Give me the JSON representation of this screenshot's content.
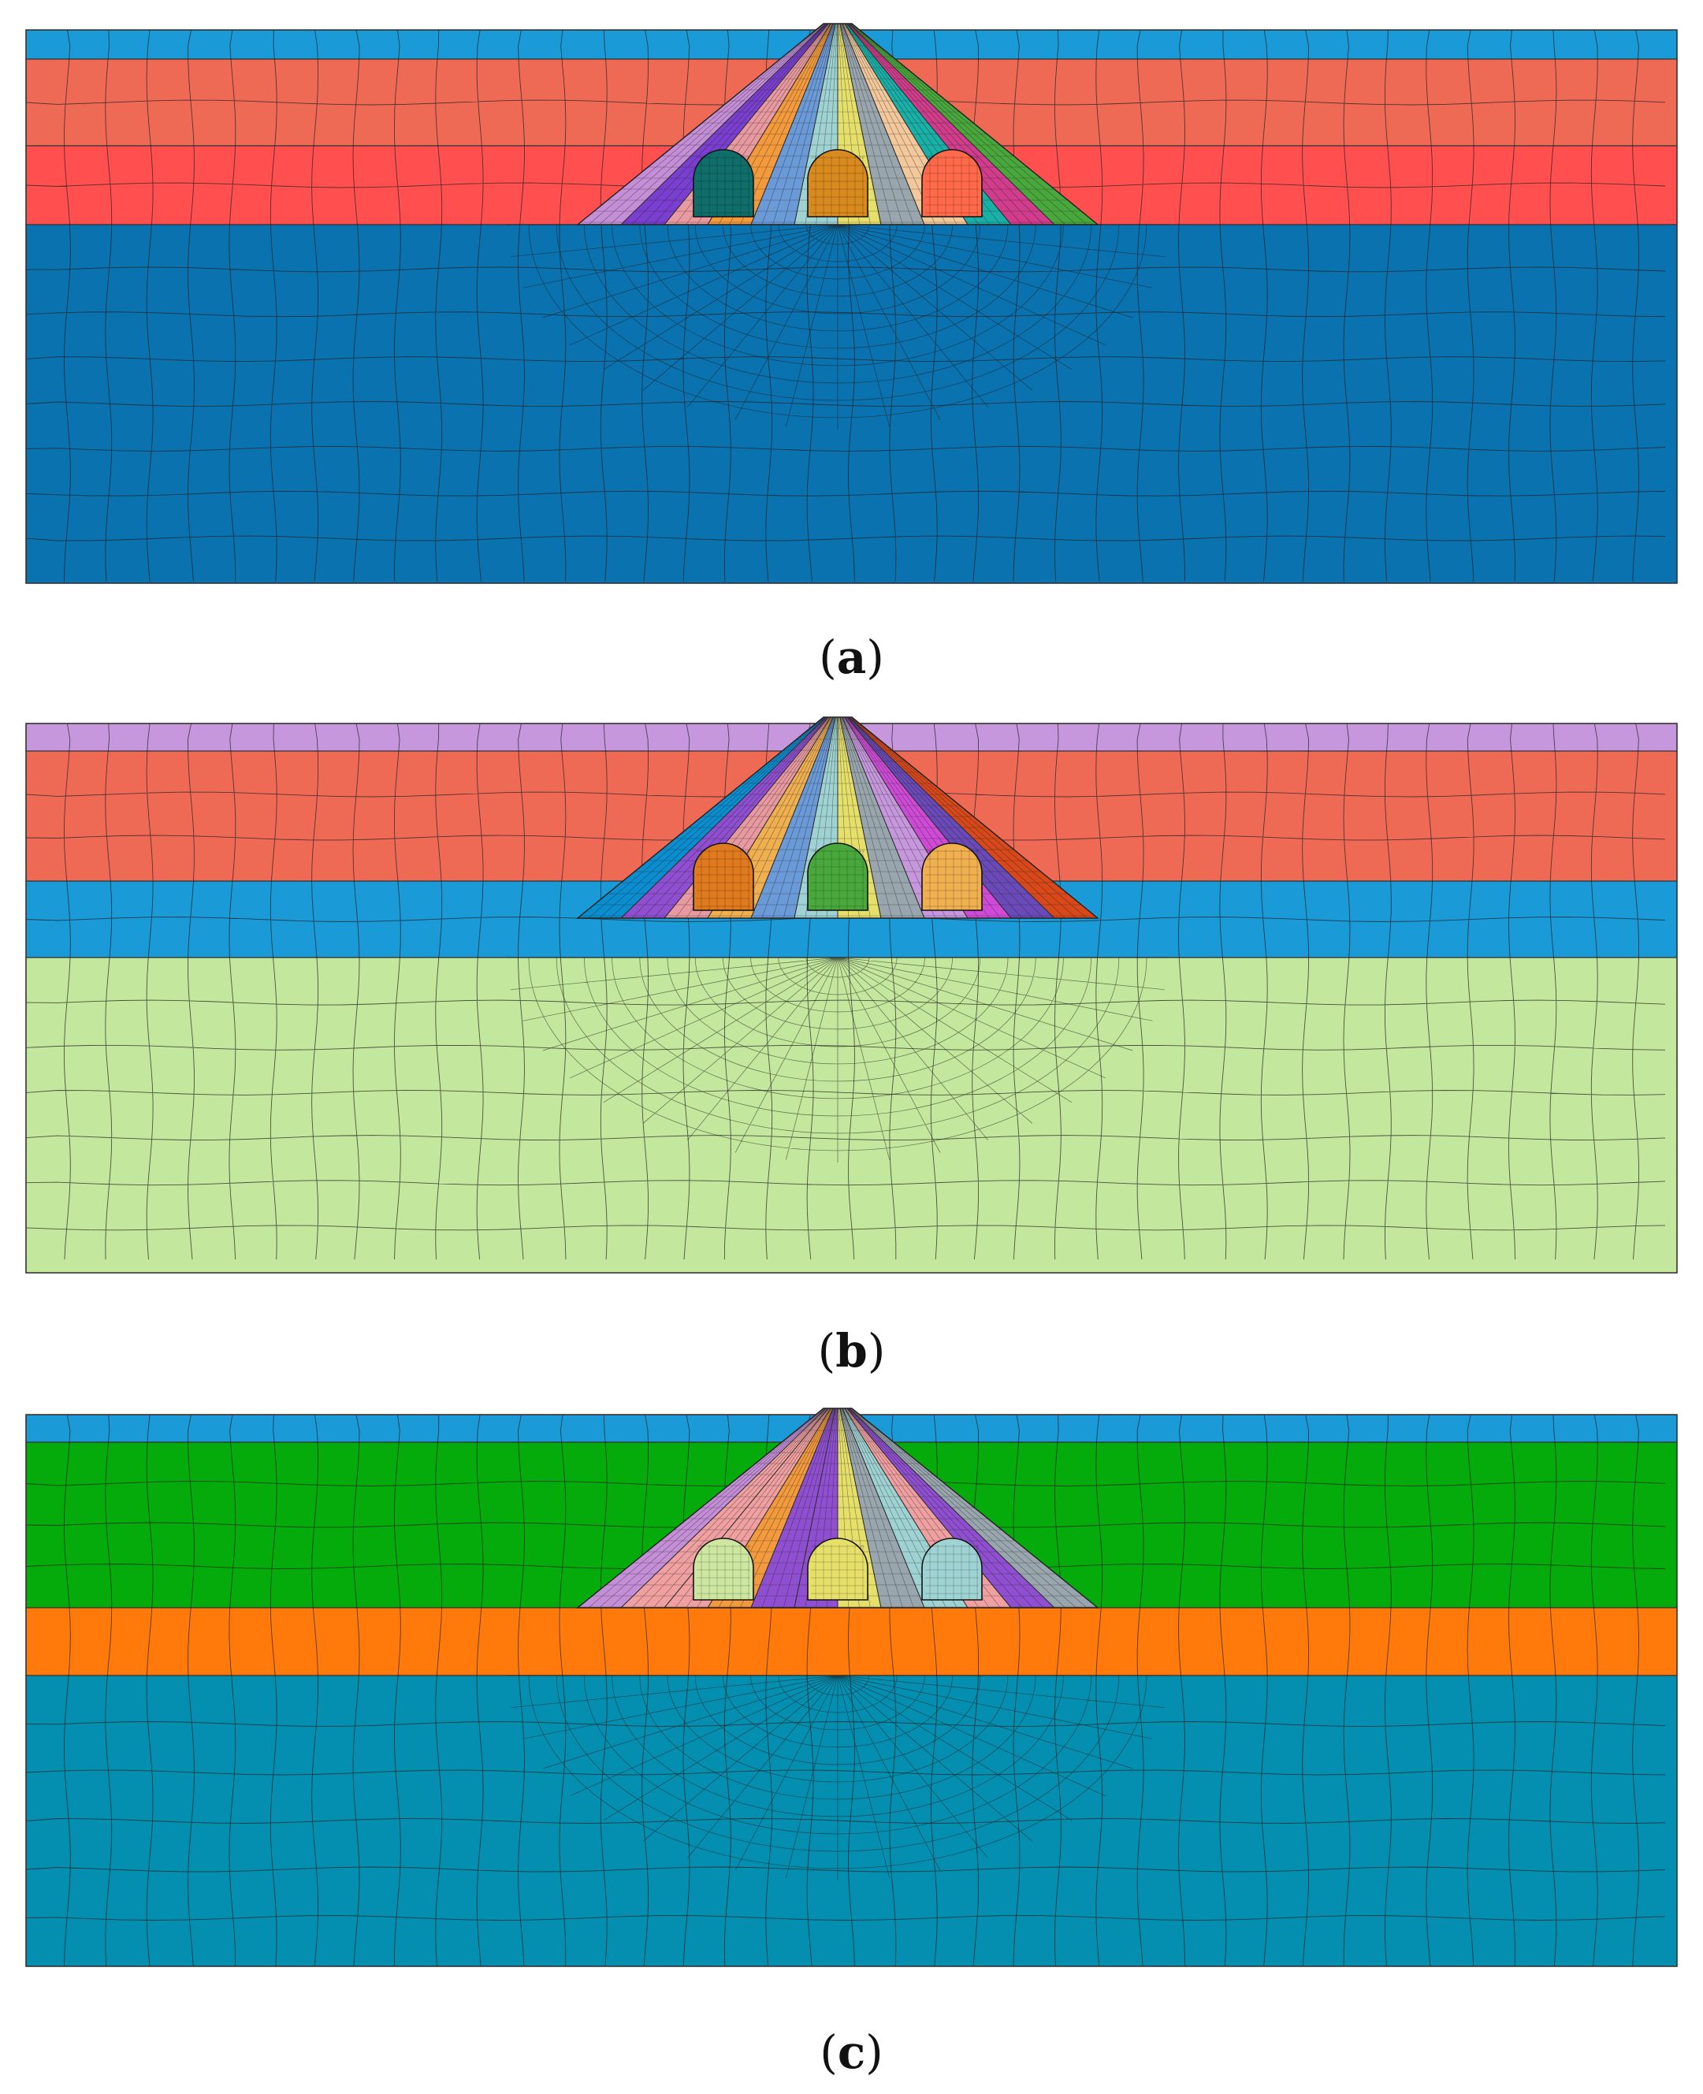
{
  "panels": [
    {
      "caption_open": "(",
      "caption_letter": "a",
      "caption_close": ")",
      "layer_colors": [
        "#1a9ad6",
        "#ef6a55",
        "#ff4f4f",
        "#0a72ae"
      ],
      "core_colors": [
        "#c58fd8",
        "#7a3fd0",
        "#e89aa0",
        "#f39a3c",
        "#6a9ad8",
        "#9fd3d3",
        "#e6e06a",
        "#9aa6ae",
        "#f3c89a",
        "#1ab0a8",
        "#d23c8c",
        "#49a83c"
      ],
      "tunnel_colors": [
        "#0f6e6a",
        "#d88a1e",
        "#ff6a4a"
      ]
    },
    {
      "caption_open": "(",
      "caption_letter": "b",
      "caption_close": ")",
      "layer_colors": [
        "#c797de",
        "#ef6a55",
        "#1a9ad6",
        "#c3e79c"
      ],
      "core_colors": [
        "#0a8ed0",
        "#8f4fd0",
        "#e89aa0",
        "#f0b050",
        "#6a9ad8",
        "#9fd3d3",
        "#e6e06a",
        "#9aa6ae",
        "#c797de",
        "#d04ad8",
        "#6a4ab8",
        "#d8481a"
      ],
      "tunnel_colors": [
        "#e07a1e",
        "#49a83c",
        "#f0b050"
      ]
    },
    {
      "caption_open": "(",
      "caption_letter": "c",
      "caption_close": ")",
      "layer_colors": [
        "#1a9ad6",
        "#04ab0a",
        "#ff7a0a",
        "#048fb0"
      ],
      "core_colors": [
        "#c58fd8",
        "#f0a0a0",
        "#f0a0a0",
        "#f39a3c",
        "#8f4fd0",
        "#8f4fd0",
        "#e6e06a",
        "#9aa6ae",
        "#9fd3d3",
        "#f0a0a0",
        "#8f4fd0",
        "#9aa6ae"
      ],
      "tunnel_colors": [
        "#cde6a0",
        "#e6e06a",
        "#9fd3d3"
      ]
    }
  ]
}
